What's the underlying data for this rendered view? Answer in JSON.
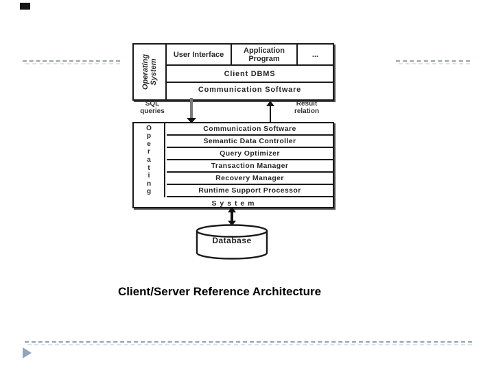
{
  "caption": "Client/Server Reference Architecture",
  "client_box": {
    "os_lines": [
      "Operating",
      "System"
    ],
    "row1_cells": [
      "User Interface",
      "Application Program",
      "..."
    ],
    "client_dbms": "Client DBMS",
    "comm_software": "Communication Software"
  },
  "flow": {
    "sql": [
      "SQL",
      "queries"
    ],
    "result": [
      "Result",
      "relation"
    ]
  },
  "server_box": {
    "os_letters": [
      "O",
      "p",
      "e",
      "r",
      "a",
      "t",
      "i",
      "n",
      "g"
    ],
    "rows": [
      "Communication Software",
      "Semantic Data Controller",
      "Query Optimizer",
      "Transaction Manager",
      "Recovery Manager",
      "Runtime Support Processor"
    ],
    "system": "S y s t e m"
  },
  "database": {
    "label": "Database"
  },
  "colors": {
    "box_line": "#1a1a1a",
    "arrow_shaft_gray": "#7a7a7a",
    "bullet_blue": "#8fa5bf",
    "dash_gray": "#9aa29e",
    "dash_blue": "#93a1ac"
  }
}
